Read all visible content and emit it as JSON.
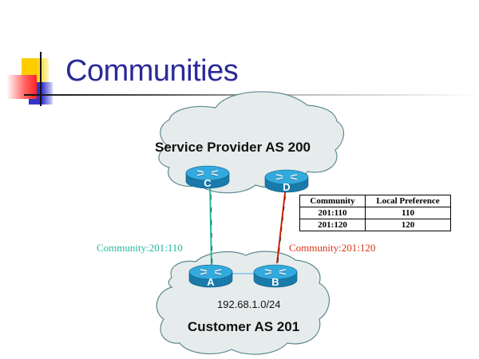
{
  "slide": {
    "title": "Communities"
  },
  "clouds": {
    "provider": {
      "label": "Service Provider  AS 200"
    },
    "customer": {
      "label": "Customer AS 201",
      "network": "192.68.1.0/24"
    }
  },
  "routers": [
    {
      "id": "C",
      "label": "C"
    },
    {
      "id": "D",
      "label": "D"
    },
    {
      "id": "A",
      "label": "A"
    },
    {
      "id": "B",
      "label": "B"
    }
  ],
  "links": [
    {
      "from": "A",
      "to": "C",
      "color": "#22bb99",
      "annotation": "Community:201:110"
    },
    {
      "from": "B",
      "to": "D",
      "color": "#cc2200",
      "annotation": "Community:201:120"
    },
    {
      "from": "A",
      "to": "B",
      "color": "#99ccee",
      "annotation": ""
    }
  ],
  "table": {
    "headers": [
      "Community",
      "Local Preference"
    ],
    "rows": [
      [
        "201:110",
        "110"
      ],
      [
        "201:120",
        "120"
      ]
    ]
  },
  "colors": {
    "title": "#2a2a9a",
    "cloud_fill": "#e6ecec",
    "cloud_stroke": "#5f8a8f",
    "router_top": "#33aadd",
    "router_side": "#1a7aaa",
    "community_left": "#22bb99",
    "community_right": "#dd3311"
  }
}
